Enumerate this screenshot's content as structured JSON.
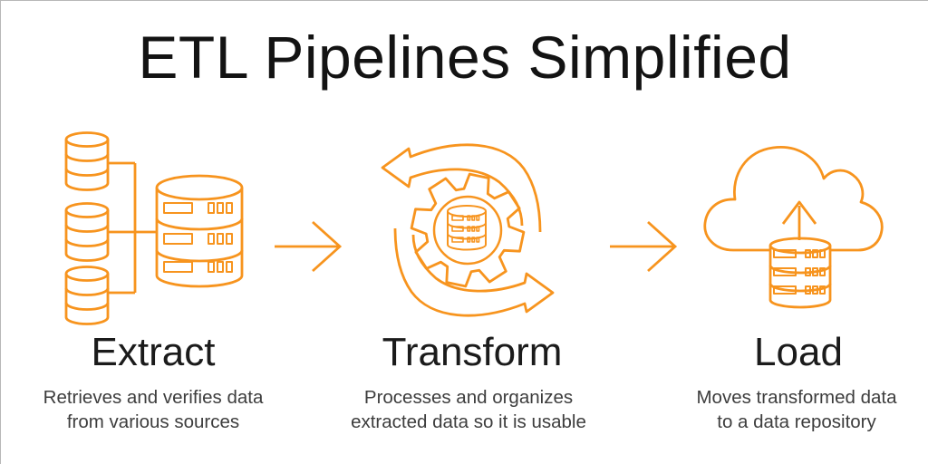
{
  "page": {
    "title": "ETL Pipelines Simplified"
  },
  "colors": {
    "accent": "#F7941E",
    "title_text": "#131313",
    "heading_text": "#1b1b1b",
    "description_text": "#3d3d3d",
    "background": "#ffffff"
  },
  "stages": [
    {
      "id": "extract",
      "label": "Extract",
      "description_line1": "Retrieves and verifies data",
      "description_line2": "from various sources",
      "icon": "databases-to-server-icon"
    },
    {
      "id": "transform",
      "label": "Transform",
      "description_line1": "Processes and organizes",
      "description_line2": "extracted data so it is usable",
      "icon": "sync-gear-database-icon"
    },
    {
      "id": "load",
      "label": "Load",
      "description_line1": "Moves transformed data",
      "description_line2": "to a data repository",
      "icon": "cloud-upload-database-icon"
    }
  ],
  "connectors": [
    {
      "icon": "right-arrow-icon"
    },
    {
      "icon": "right-arrow-icon"
    }
  ]
}
